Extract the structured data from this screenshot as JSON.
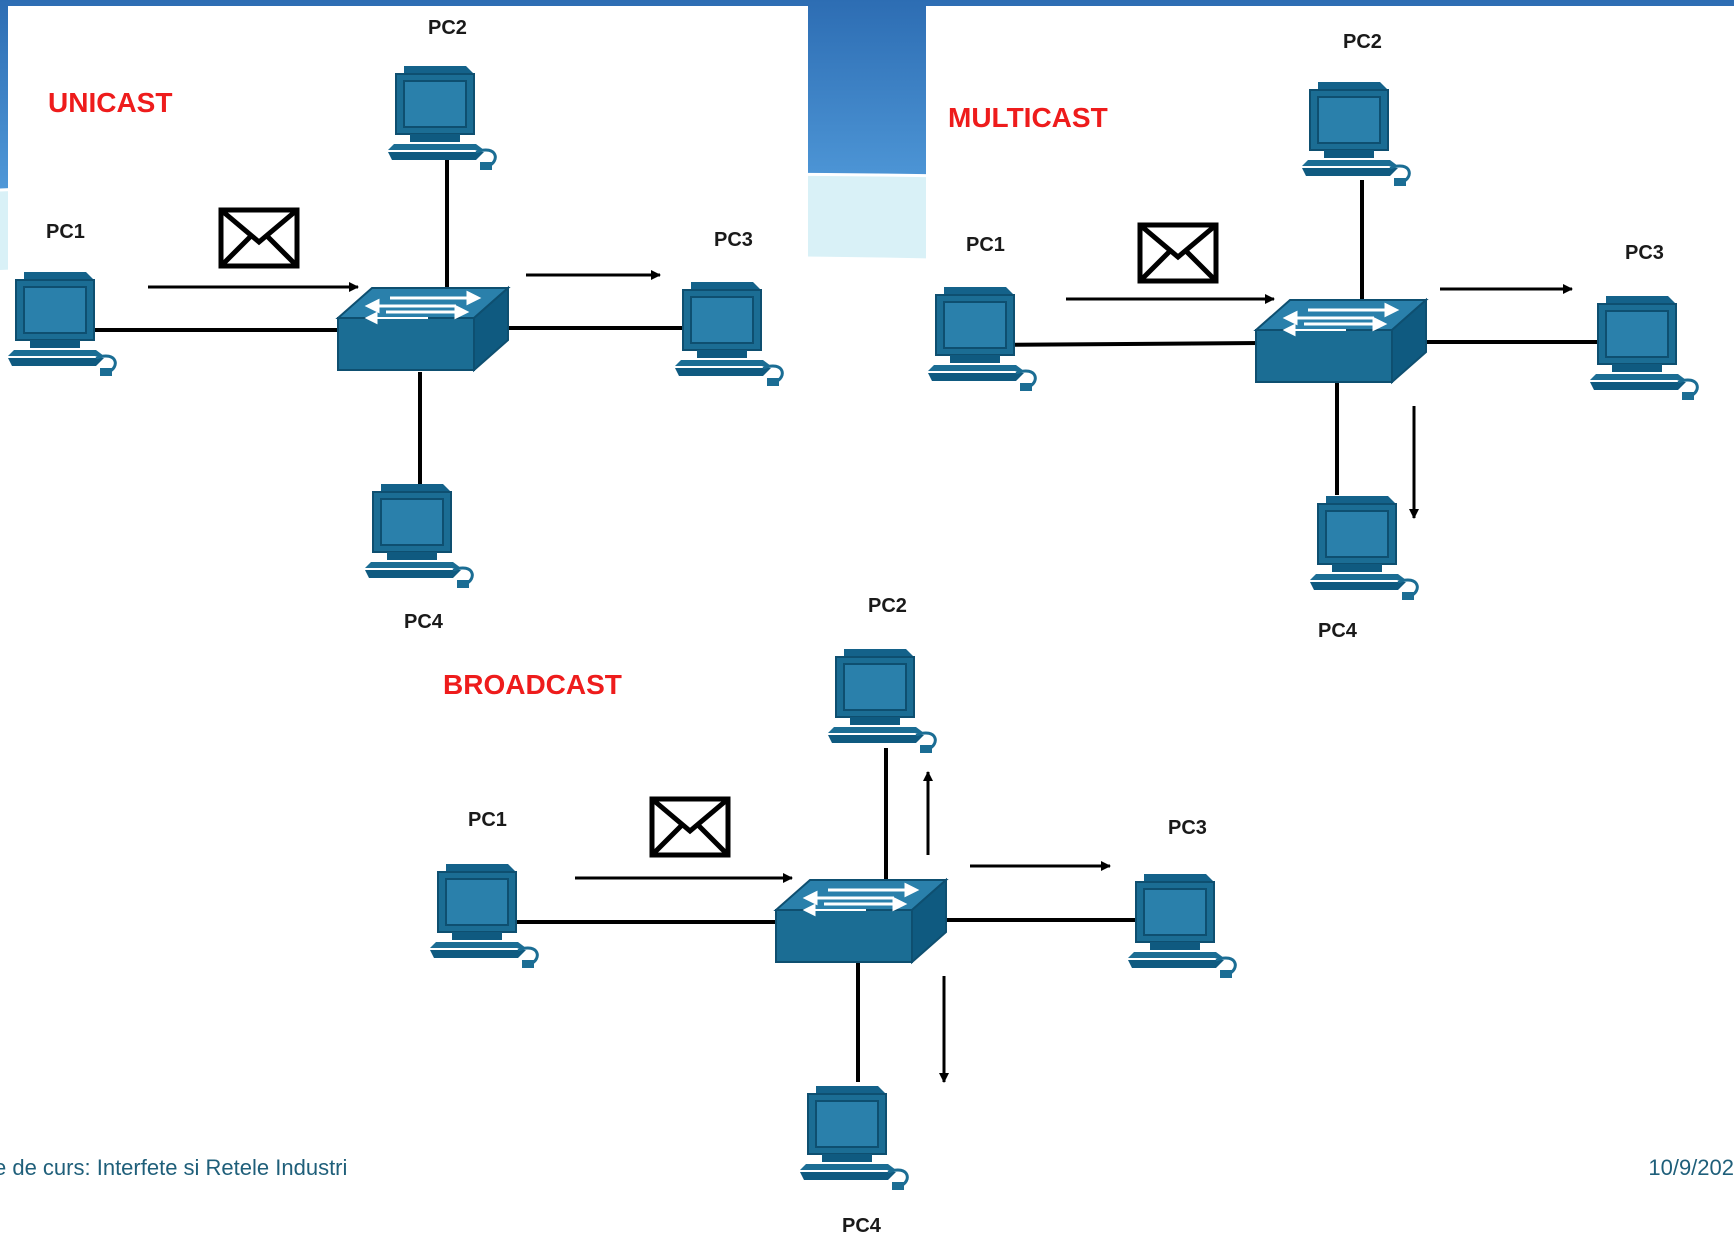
{
  "theme": {
    "accent": "#2f6fb4",
    "device": "#1b6d94",
    "title_color": "#ee1c1c"
  },
  "diagrams": [
    {
      "title": "UNICAST",
      "labels": {
        "pc1": "PC1",
        "pc2": "PC2",
        "pc3": "PC3",
        "pc4": "PC4"
      },
      "message_icon": "envelope-icon"
    },
    {
      "title": "MULTICAST",
      "labels": {
        "pc1": "PC1",
        "pc2": "PC2",
        "pc3": "PC3",
        "pc4": "PC4"
      },
      "message_icon": "envelope-icon"
    },
    {
      "title": "BROADCAST",
      "labels": {
        "pc1": "PC1",
        "pc2": "PC2",
        "pc3": "PC3",
        "pc4": "PC4"
      },
      "message_icon": "envelope-icon"
    }
  ],
  "footer": {
    "left": "e de curs: Interfete si Retele Industri",
    "right": "10/9/202"
  }
}
